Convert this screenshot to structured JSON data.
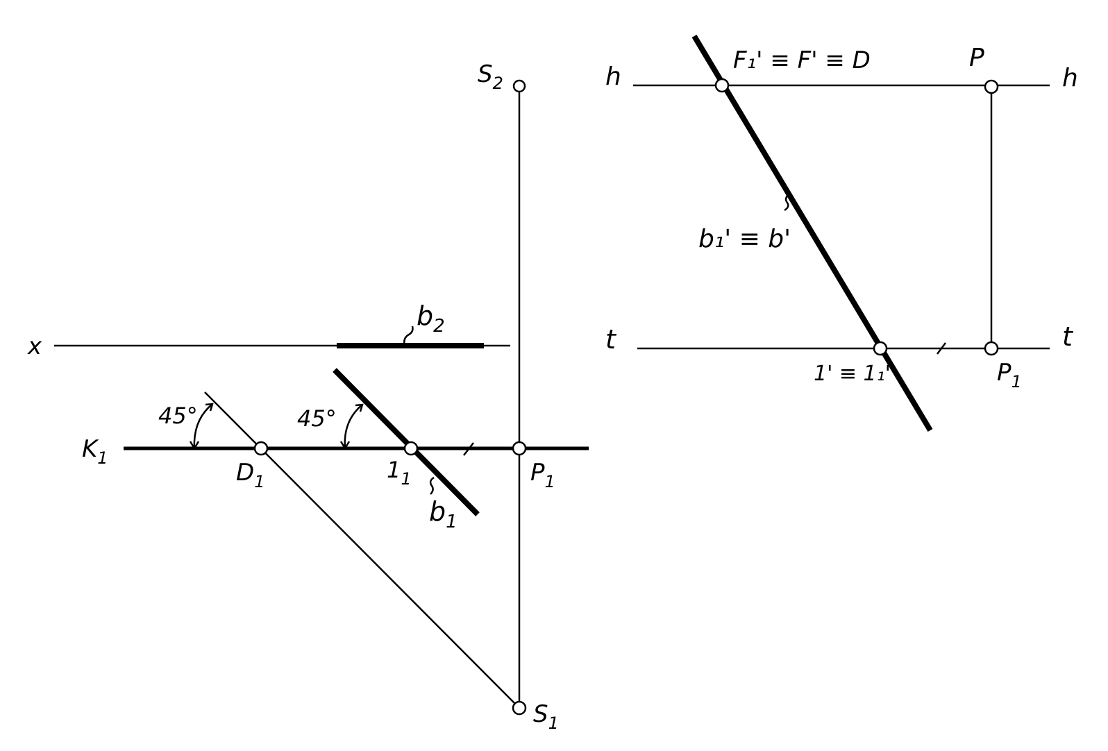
{
  "left_view": {
    "labels": {
      "s2": {
        "main": "S",
        "sub": "2"
      },
      "x": "x",
      "b2": {
        "main": "b",
        "sub": "2"
      },
      "k1": {
        "main": "K",
        "sub": "1"
      },
      "angle_left": "45°",
      "angle_mid": "45°",
      "d1": {
        "main": "D",
        "sub": "1"
      },
      "one1": {
        "main": "1",
        "sub": "1"
      },
      "p1": {
        "main": "P",
        "sub": "1"
      },
      "b1": {
        "main": "b",
        "sub": "1"
      },
      "s1": {
        "main": "S",
        "sub": "1"
      }
    }
  },
  "right_view": {
    "labels": {
      "h_left": "h",
      "h_right": "h",
      "f_eq": "F₁' ≡ F' ≡ D",
      "p": "P",
      "b_eq": "b₁' ≡ b'",
      "t_left": "t",
      "t_right": "t",
      "one_eq": "1' ≡ 1₁'",
      "p1": {
        "main": "P",
        "sub": "1"
      }
    }
  }
}
